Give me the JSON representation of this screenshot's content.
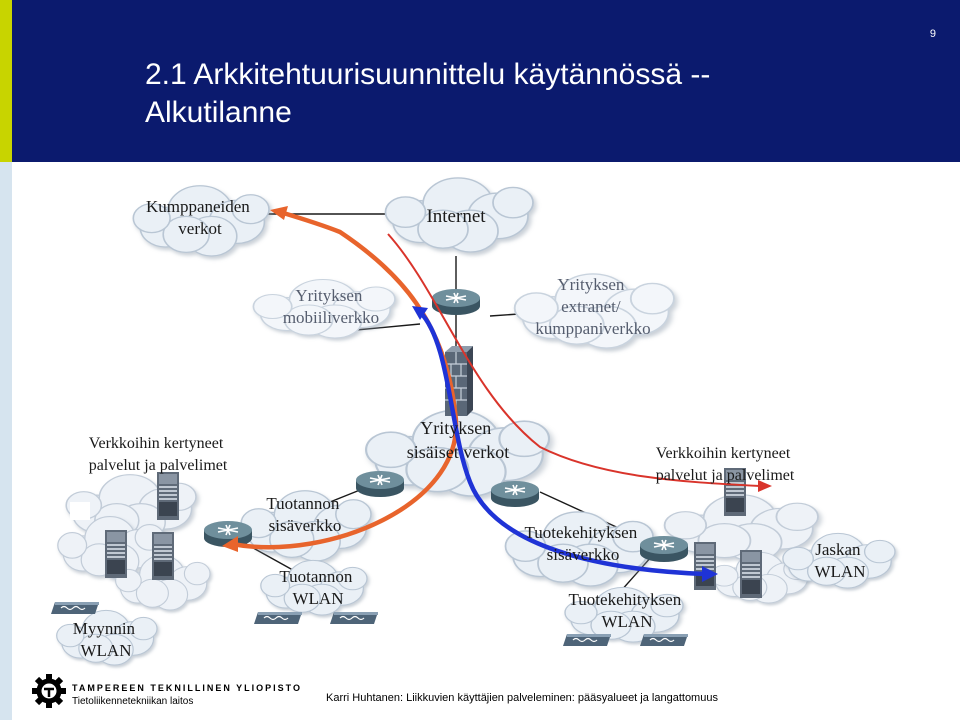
{
  "slide": {
    "page_number": "9",
    "title_line1": "2.1 Arkkitehtuurisuunnittelu käytännössä --",
    "title_line2": "Alkutilanne"
  },
  "clouds": {
    "kumppaneiden": {
      "line1": "Kumppaneiden",
      "line2": "verkot"
    },
    "internet": {
      "line1": "Internet"
    },
    "mobiili": {
      "line1": "Yrityksen",
      "line2": "mobiiliverkko"
    },
    "extranet": {
      "line1": "Yrityksen",
      "line2": "extranet/",
      "line3": "kumppaniverkko"
    },
    "sisaiset": {
      "line1": "Yrityksen",
      "line2": "sisäiset verkot"
    },
    "tuotanto": {
      "line1": "Tuotannon",
      "line2": "sisäverkko"
    },
    "tuotanto_wlan": {
      "line1": "Tuotannon",
      "line2": "WLAN"
    },
    "tuotekehitys": {
      "line1": "Tuotekehityksen",
      "line2": "sisäverkko"
    },
    "tuotekehitys_wlan": {
      "line1": "Tuotekehityksen",
      "line2": "WLAN"
    },
    "jaskan": {
      "line1": "Jaskan",
      "line2": "WLAN"
    },
    "myynnin": {
      "line1": "Myynnin",
      "line2": "WLAN"
    }
  },
  "labels": {
    "left_services": {
      "line1": "Verkkoihin kertyneet",
      "line2": "palvelut ja palvelimet"
    },
    "right_services": {
      "line1": "Verkkoihin kertyneet",
      "line2": "palvelut ja palvelimet"
    }
  },
  "colors": {
    "header": "#0b1a6e",
    "accent": "#c8d400",
    "orange_path": "#e8642c",
    "red_path": "#d9342b",
    "blue_path": "#1f33d6",
    "cloud_fill": "#eaf0f6",
    "cloud_stroke": "#b9c6d4"
  },
  "footer": {
    "university": "TAMPEREEN TEKNILLINEN YLIOPISTO",
    "department": "Tietoliikennetekniikan laitos",
    "credit": "Karri Huhtanen: Liikkuvien käyttäjien palveleminen: pääsyalueet ja langattomuus"
  }
}
